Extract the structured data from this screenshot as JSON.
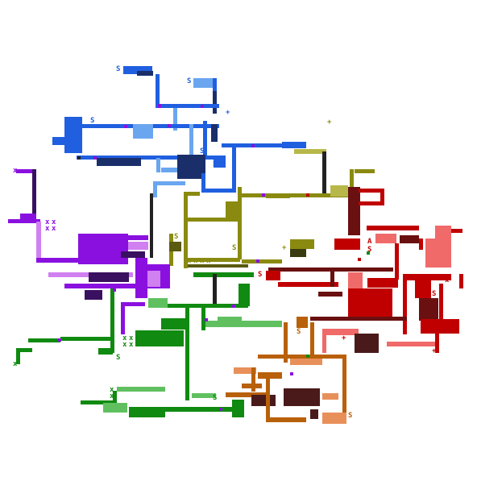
{
  "map": {
    "background": "#ffffff",
    "palette": {
      "blue": "#1f5fe0",
      "blue_light": "#6aa6f0",
      "blue_dark": "#1a2f6a",
      "olive": "#8a8a10",
      "olive_light": "#b8b84a",
      "red": "#c00000",
      "red_dark": "#6a1010",
      "salmon": "#f06a6a",
      "purple": "#8a10e0",
      "purple_light": "#d080f0",
      "purple_dark": "#3a1060",
      "green": "#108a10",
      "green_light": "#60c060",
      "orange": "#b8600a",
      "orange_light": "#e8905a",
      "brown_dark": "#4a1a1a",
      "connector": "#222222"
    },
    "labels": {
      "save": "S",
      "area": "A",
      "item_plus": "+",
      "item_x": "x"
    },
    "regions": [
      {
        "name": "blue-zone",
        "color": "blue"
      },
      {
        "name": "olive-zone",
        "color": "olive"
      },
      {
        "name": "red-zone",
        "color": "red"
      },
      {
        "name": "purple-zone",
        "color": "purple"
      },
      {
        "name": "green-zone",
        "color": "green"
      },
      {
        "name": "orange-zone",
        "color": "orange"
      }
    ]
  }
}
